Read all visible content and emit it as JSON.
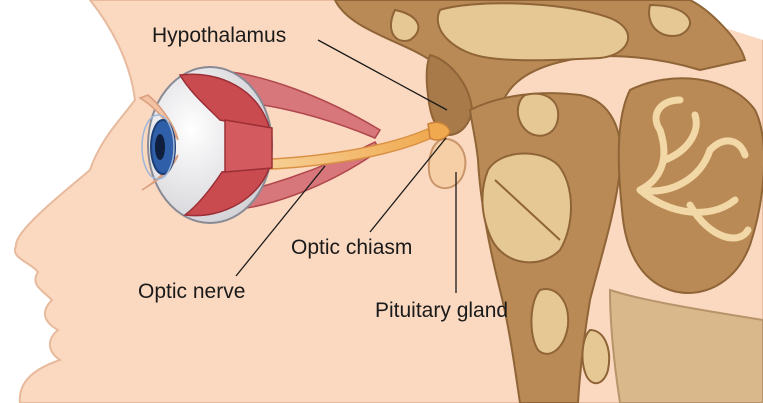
{
  "labels": {
    "hypothalamus": "Hypothalamus",
    "optic_chiasm": "Optic chiasm",
    "optic_nerve": "Optic nerve",
    "pituitary_gland": "Pituitary gland"
  },
  "colors": {
    "skin": "#fbd9c0",
    "skin_outline": "#e7b99d",
    "brain_dark": "#b98a55",
    "brain_light": "#e6c895",
    "brain_outline": "#8f6437",
    "muscle": "#c94a4f",
    "nerve": "#f2b464",
    "iris": "#2f5fa8",
    "leader_line": "#1a1a1a"
  }
}
